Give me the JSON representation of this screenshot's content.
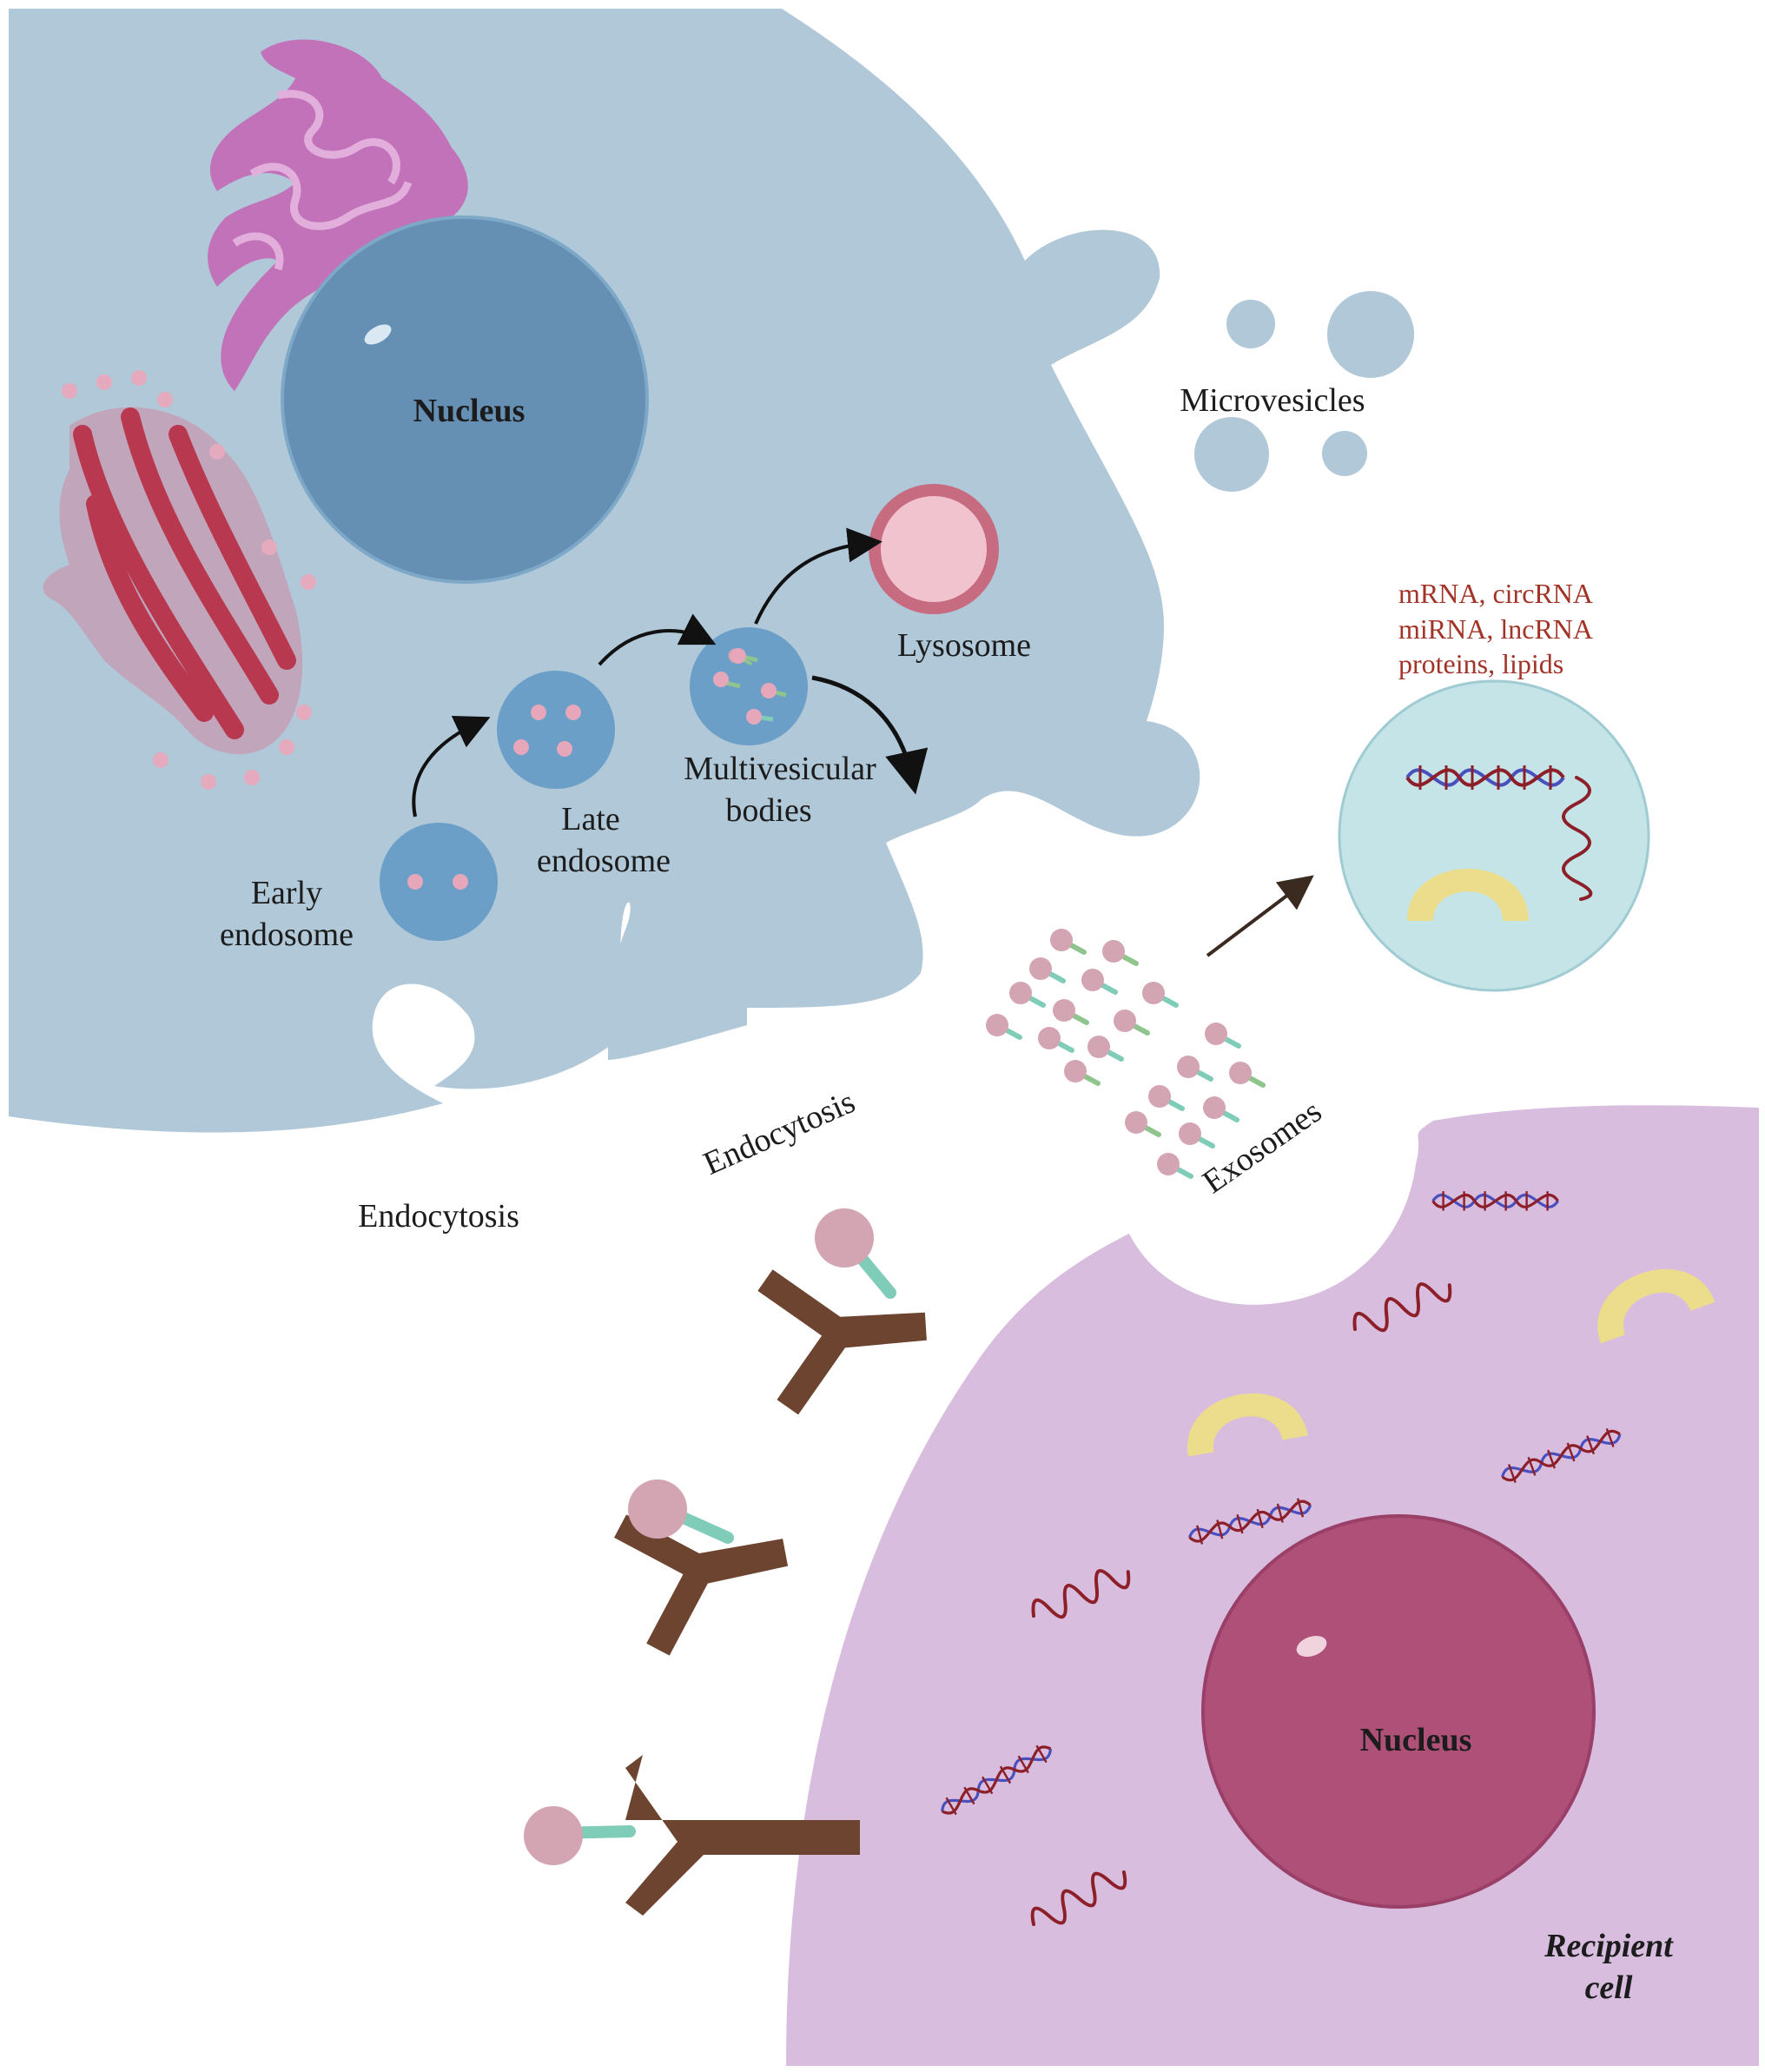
{
  "labels": {
    "donor_nucleus": "Nucleus",
    "recipient_nucleus": "Nucleus",
    "microvesicles": "Microvesicles",
    "lysosome": "Lysosome",
    "mvb_line1": "Multivesicular",
    "mvb_line2": "bodies",
    "late_endosome_line1": "Late",
    "late_endosome_line2": "endosome",
    "early_endosome_line1": "Early",
    "early_endosome_line2": "endosome",
    "endocytosis_left": "Endocytosis",
    "endocytosis_tilted": "Endocytosis",
    "exosomes": "Exosomes",
    "cargo_line1": "mRNA, circRNA",
    "cargo_line2": "miRNA, lncRNA",
    "cargo_line3": "proteins, lipids",
    "recipient_line1": "Recipient",
    "recipient_line2": "cell"
  },
  "colors": {
    "donor_cell": "#b0c8d8",
    "donor_nucleus": "#6590b4",
    "recipient_cell": "#d8bddf",
    "recipient_nucleus": "#ae5078",
    "golgi": "#c272b9",
    "er": "#b8394f",
    "lysosome": "#f1c3cf",
    "vesicle": "#6b9fc7",
    "cargo_circle": "#c4e4e8",
    "receptor": "#6c4430",
    "exosome": "#d3a5b2",
    "exosome_tail": "#7fcdb8",
    "dna_red": "#8c1f28",
    "dna_blue": "#4a4fbe",
    "protein": "#ecdd8c"
  }
}
